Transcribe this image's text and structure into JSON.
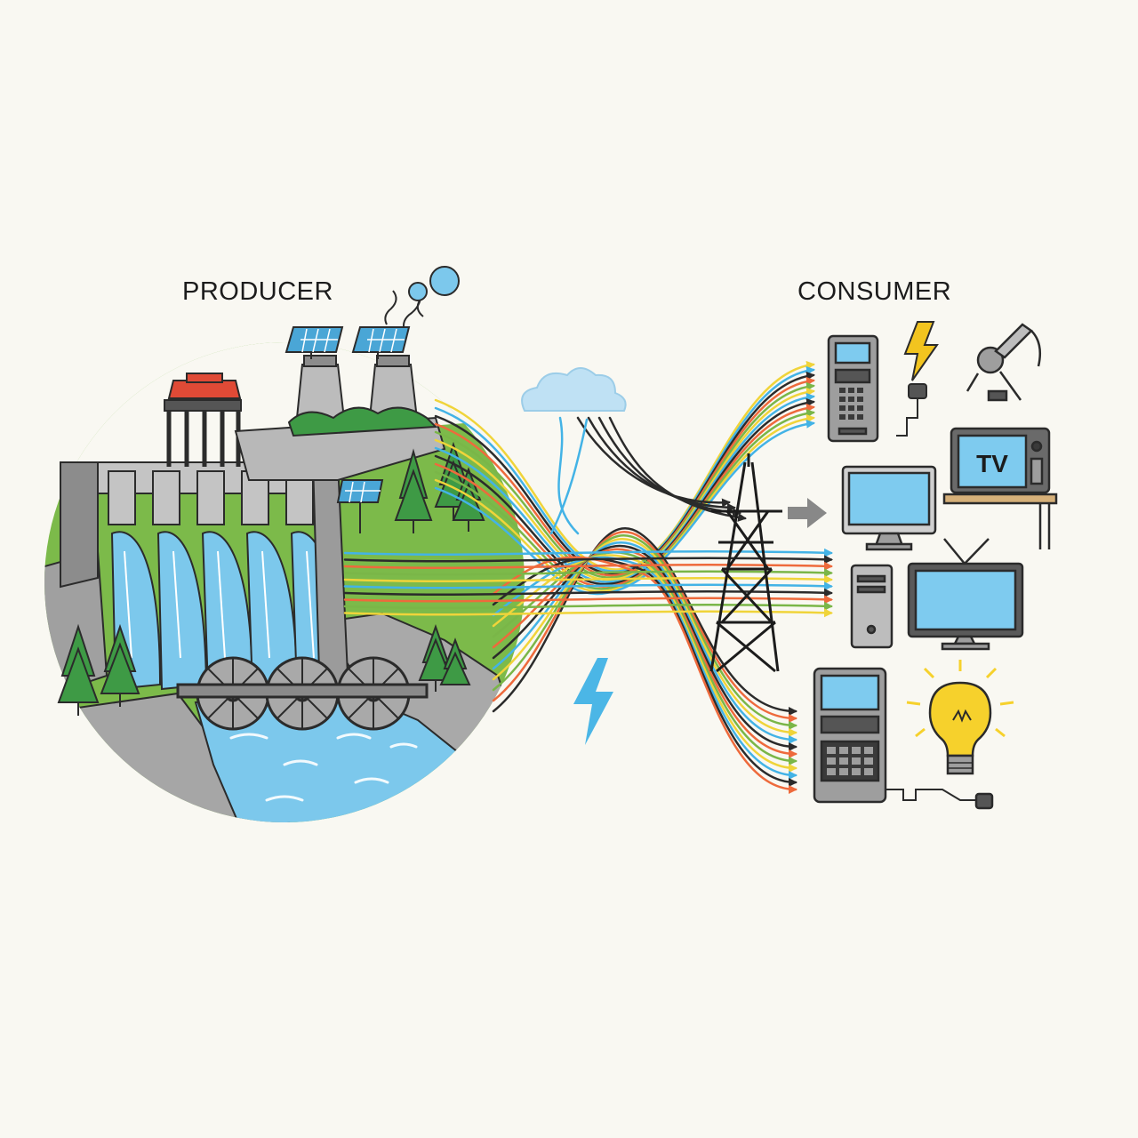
{
  "diagram": {
    "producer_label": "PRODUCER",
    "consumer_label": "CONSUMER",
    "tv_label": "TV"
  },
  "colors": {
    "background": "#f9f8f2",
    "outline": "#2b2b2b",
    "water": "#7cc8ec",
    "water_dark": "#4aa6d6",
    "grass": "#7cba4a",
    "tree": "#3e9a45",
    "concrete": "#9b9b9b",
    "concrete_light": "#c4c4c4",
    "roof_red": "#e04a36",
    "screen": "#7ecbef",
    "bulb": "#f6d12c",
    "bolt": "#f2c41f",
    "bolt_blue": "#4bb6e6",
    "desk": "#d6b079",
    "wire_colors": [
      "#f0d43a",
      "#43b3e6",
      "#2b2b2b",
      "#ee6a3c",
      "#7ab648"
    ]
  },
  "icons": [
    "dam-icon",
    "waterwheel-icon",
    "solar-panel-icon",
    "cooling-tower-icon",
    "tree-icon",
    "cloud-icon",
    "lightning-icon",
    "transmission-tower-icon",
    "arrow-right-icon",
    "phone-console-icon",
    "drill-icon",
    "tv-icon",
    "monitor-icon",
    "computer-tower-icon",
    "flat-tv-icon",
    "keypad-terminal-icon",
    "lightbulb-icon",
    "plug-icon",
    "balloon-icon"
  ]
}
